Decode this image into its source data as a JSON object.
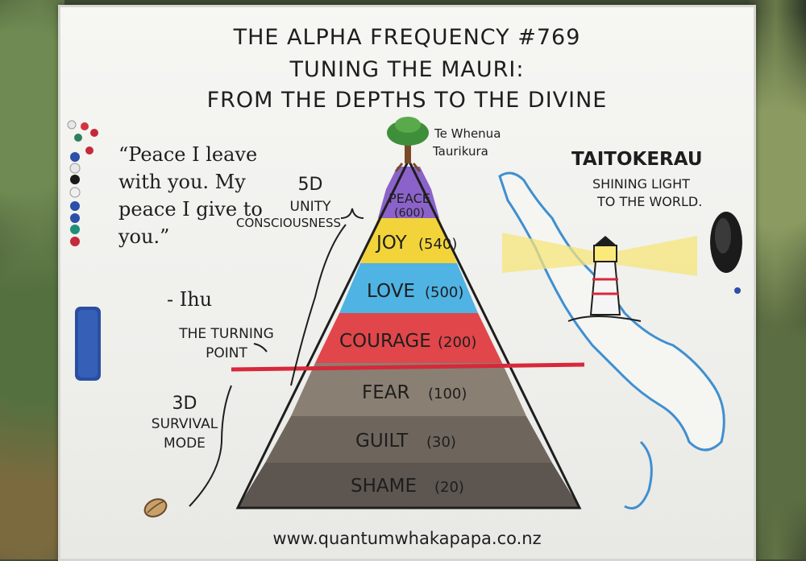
{
  "title": {
    "line1": "THE ALPHA FREQUENCY #769",
    "line2": "TUNING THE MAURI:",
    "line3": "FROM THE DEPTHS TO THE DIVINE"
  },
  "quote": {
    "text": "“Peace I leave with you. My peace I give to you.”",
    "attribution": "- Ihu"
  },
  "pyramid": {
    "top_label_line1": "Te Whenua",
    "top_label_line2": "Taurikura",
    "levels": [
      {
        "name": "PEACE",
        "value": "(600)",
        "color": "#8b62c9"
      },
      {
        "name": "JOY",
        "value": "(540)",
        "color": "#f2d43a"
      },
      {
        "name": "LOVE",
        "value": "(500)",
        "color": "#4fb3e3"
      },
      {
        "name": "COURAGE",
        "value": "(200)",
        "color": "#e0464a"
      },
      {
        "name": "FEAR",
        "value": "(100)",
        "color": "#8a7f73"
      },
      {
        "name": "GUILT",
        "value": "(30)",
        "color": "#6e655c"
      },
      {
        "name": "SHAME",
        "value": "(20)",
        "color": "#5c5550"
      }
    ]
  },
  "labels": {
    "unity_line1": "5D",
    "unity_line2": "UNITY",
    "unity_line3": "CONSCIOUSNESS",
    "turning_line1": "THE TURNING",
    "turning_line2": "POINT",
    "survival_line1": "3D",
    "survival_line2": "SURVIVAL",
    "survival_line3": "MODE"
  },
  "region": {
    "name": "TAITOKERAU",
    "tagline_line1": "SHINING LIGHT",
    "tagline_line2": "TO THE WORLD."
  },
  "footer": {
    "url": "www.quantumwhakapapa.co.nz"
  }
}
